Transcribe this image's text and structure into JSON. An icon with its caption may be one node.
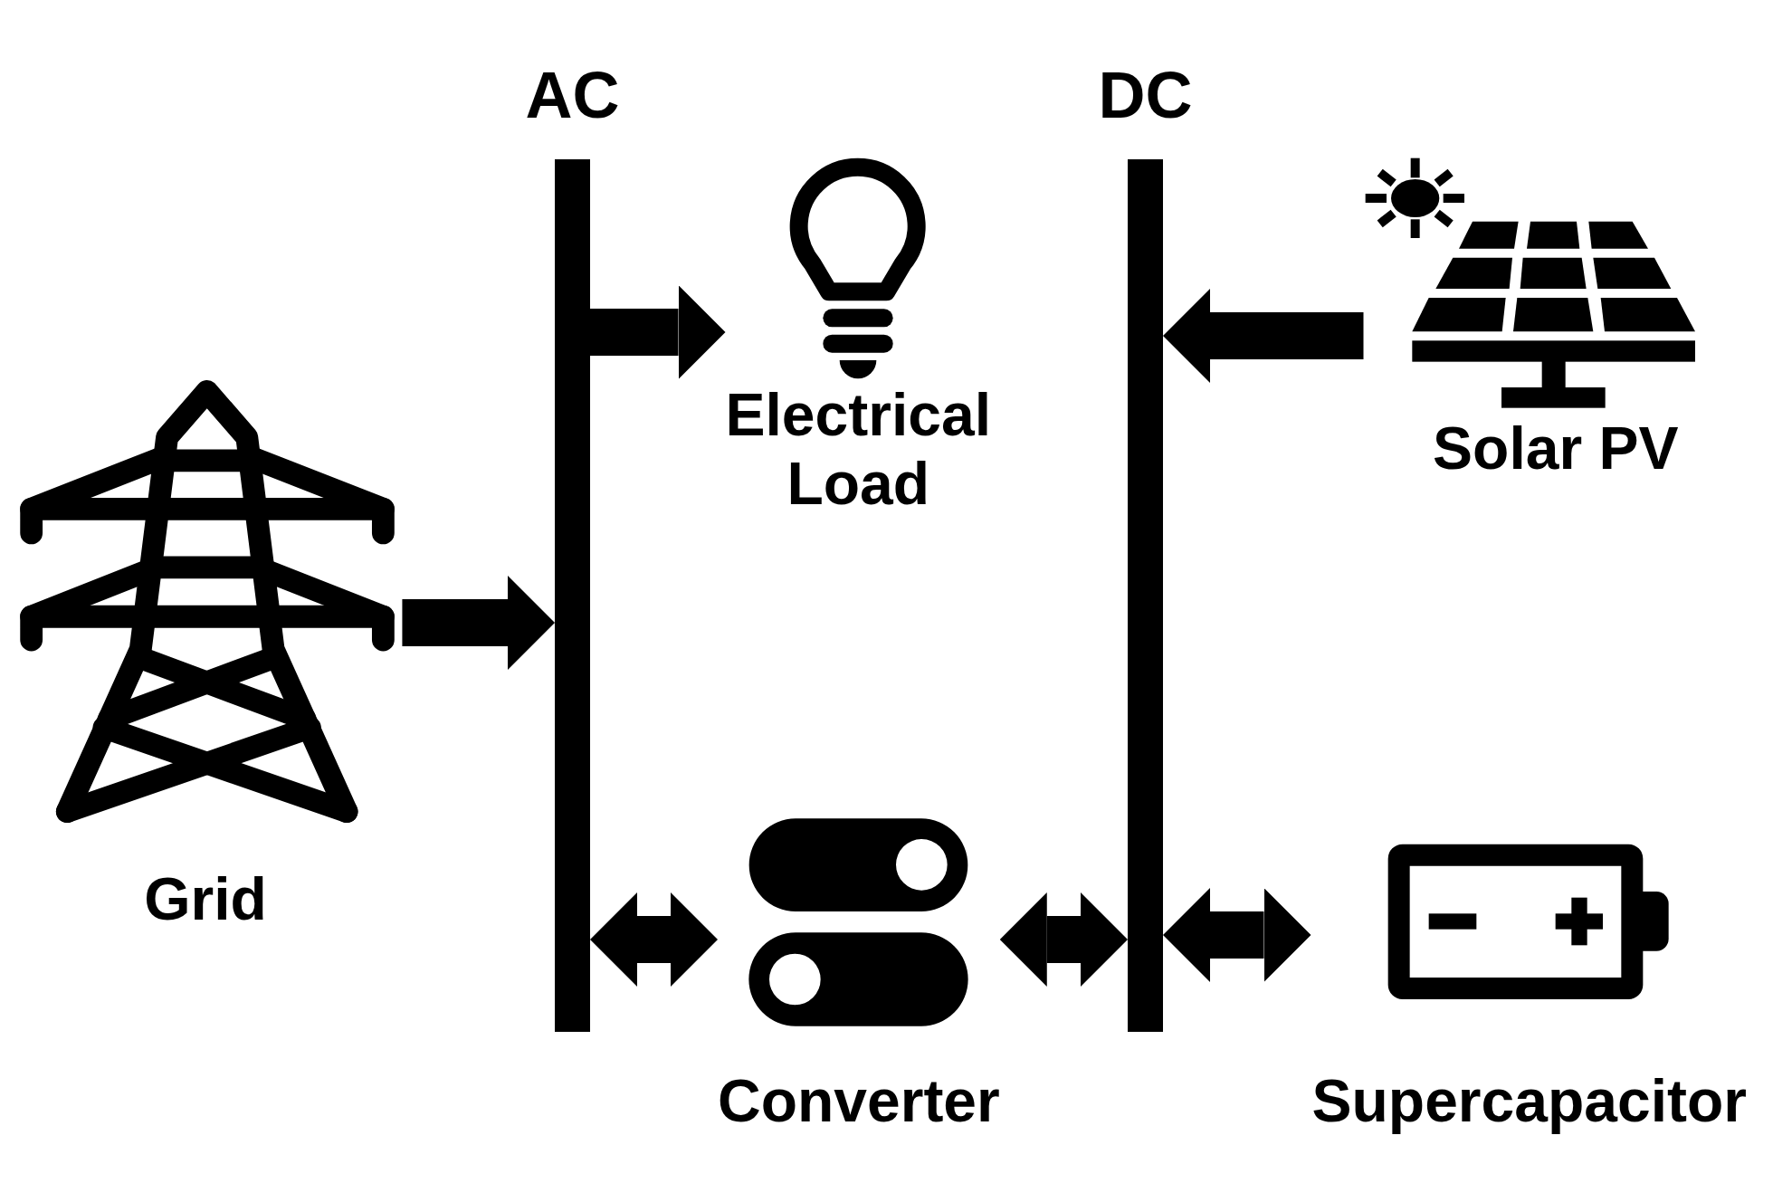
{
  "diagram": {
    "nodes": [
      {
        "text": [
          "AC"
        ]
      },
      {
        "text": [
          "DC"
        ]
      },
      {
        "text": [
          "Electrical Load"
        ]
      },
      {
        "text": [
          "Solar PV"
        ]
      },
      {
        "text": [
          "Grid"
        ]
      },
      {
        "text": [
          "Converter"
        ]
      },
      {
        "text": [
          "Supercapacitor"
        ]
      }
    ],
    "edges": [
      {
        "from": 4,
        "to": 0,
        "arrow": "to"
      },
      {
        "from": 0,
        "to": 2,
        "arrow": "to"
      },
      {
        "from": 3,
        "to": 1,
        "arrow": "to"
      },
      {
        "from": 0,
        "to": 5,
        "arrow": "both"
      },
      {
        "from": 5,
        "to": 1,
        "arrow": "both"
      },
      {
        "from": 1,
        "to": 6,
        "arrow": "both"
      }
    ]
  }
}
